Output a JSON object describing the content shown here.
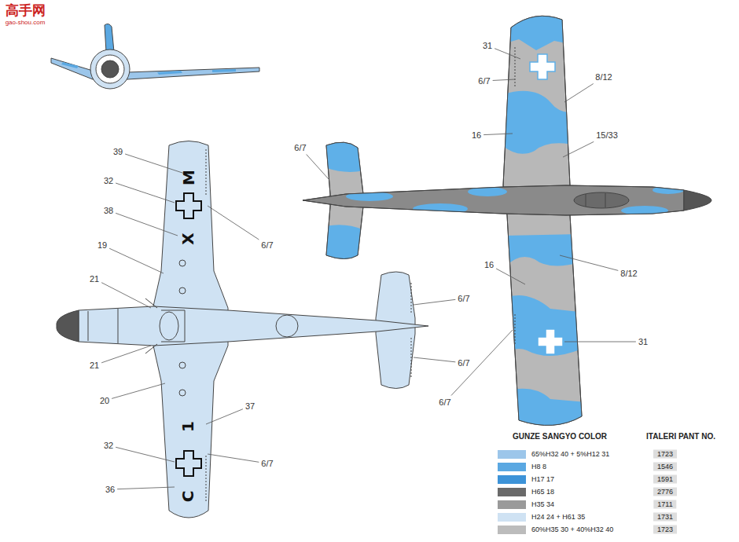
{
  "diagram": {
    "labels": [
      "高手网",
      "gao-shou.com",
      "31",
      "6/7",
      "8/12",
      "16",
      "15/33",
      "6/7",
      "8/12",
      "16",
      "31",
      "6/7",
      "39",
      "32",
      "38",
      "19",
      "21",
      "21",
      "20",
      "37",
      "32",
      "36",
      "6/7",
      "6/7",
      "6/7",
      "6/7",
      "M",
      "X",
      "C",
      "1",
      "GUNZE SANGYO COLOR",
      "ITALERI PANT NO.",
      "1723",
      "1546",
      "1591",
      "2776",
      "1711",
      "1731",
      "1723"
    ],
    "legend": [
      {
        "text": "65%H32 40 + 5%H12 31",
        "color": "#9cc6ea"
      },
      {
        "text": "H8 8",
        "color": "#5aa8e2"
      },
      {
        "text": "H17 17",
        "color": "#3d93d8"
      },
      {
        "text": "H65 18",
        "color": "#6a6a6a"
      },
      {
        "text": "H35 34",
        "color": "#9a9a9a"
      },
      {
        "text": "H24 24 + H61 35",
        "color": "#cfe2f3"
      },
      {
        "text": "60%H35 30 + 40%H32 40",
        "color": "#bcbcbc"
      }
    ]
  }
}
